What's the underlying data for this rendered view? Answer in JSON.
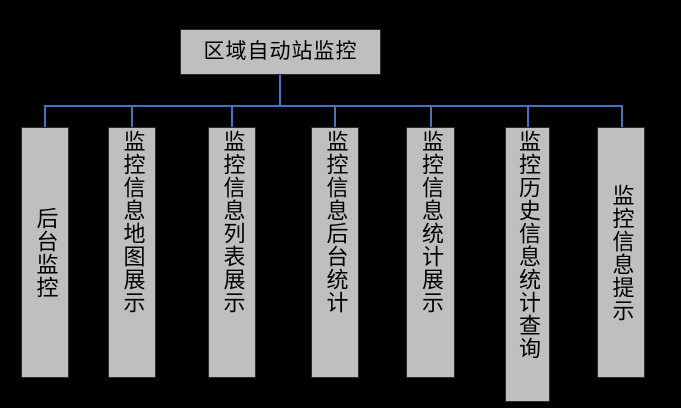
{
  "diagram": {
    "type": "hierarchy-tree",
    "background_color": "#000000",
    "node_fill_color": "#bfbfbf",
    "node_border_color": "#2b2b2b",
    "connector_color": "#4472c4",
    "root": {
      "label": "区域自动站监控",
      "orientation": "horizontal"
    },
    "children": [
      {
        "label": "后台监控",
        "orientation": "vertical"
      },
      {
        "label": "监控信息地图展示",
        "orientation": "vertical"
      },
      {
        "label": "监控信息列表展示",
        "orientation": "vertical"
      },
      {
        "label": "监控信息后台统计",
        "orientation": "vertical"
      },
      {
        "label": "监控信息统计展示",
        "orientation": "vertical"
      },
      {
        "label": "监控历史信息统计查询",
        "orientation": "vertical"
      },
      {
        "label": "监控信息提示",
        "orientation": "vertical"
      }
    ]
  }
}
